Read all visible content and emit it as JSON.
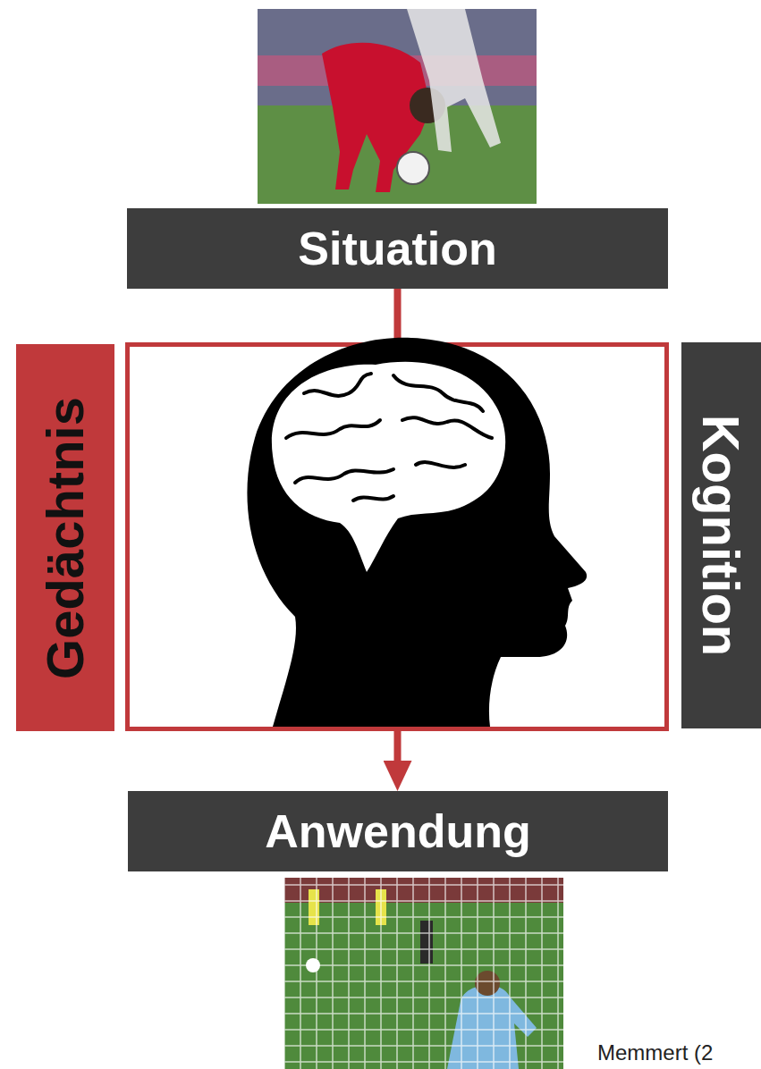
{
  "diagram": {
    "nodes": [
      {
        "text": [
          "Situation"
        ]
      },
      {
        "text": [
          "Gedächtnis"
        ]
      },
      {
        "text": [
          "Kognition"
        ]
      },
      {
        "text": [
          "Anwendung"
        ]
      }
    ],
    "edges": [
      {
        "from": 0,
        "to": 3,
        "arrow": "to"
      }
    ],
    "labels": [
      "Memmert (2"
    ]
  }
}
